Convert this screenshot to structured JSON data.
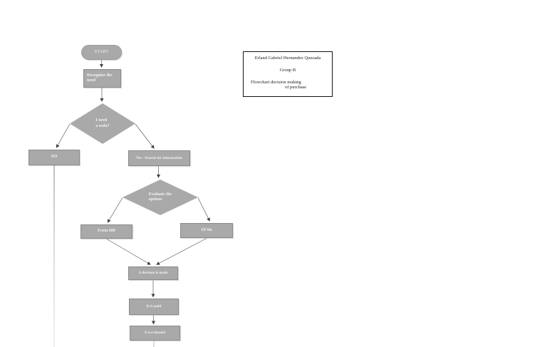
{
  "title_box": {
    "author": "Erland Gabriel Hernandez Quezada",
    "group": "Group B",
    "title_line1": "Flowchart decision making",
    "title_line2": "of purchase"
  },
  "nodes": {
    "start": {
      "label": "START"
    },
    "recognize_need": {
      "line1": "Recognize the",
      "line2": "need"
    },
    "need_soda": {
      "line1": "I need",
      "line2": "a soda?"
    },
    "no": {
      "label": "NO"
    },
    "yes_search": {
      "label": "Yes - Search for information"
    },
    "evaluate_options": {
      "line1": "Evaluate the",
      "line2": "options"
    },
    "from_600": {
      "label": "From 600"
    },
    "of_tin": {
      "label": "Of tin"
    },
    "decision_made": {
      "label": "A decision is made"
    },
    "it_is_paid": {
      "label": "It is paid"
    },
    "it_is_evaluated": {
      "label": "It is evaluated"
    }
  },
  "colors": {
    "shape_fill": "#a9a9a9",
    "shape_text": "#f2f2f2",
    "connector": "#4d4d4d",
    "title_border": "#111111",
    "background": "#ffffff"
  }
}
